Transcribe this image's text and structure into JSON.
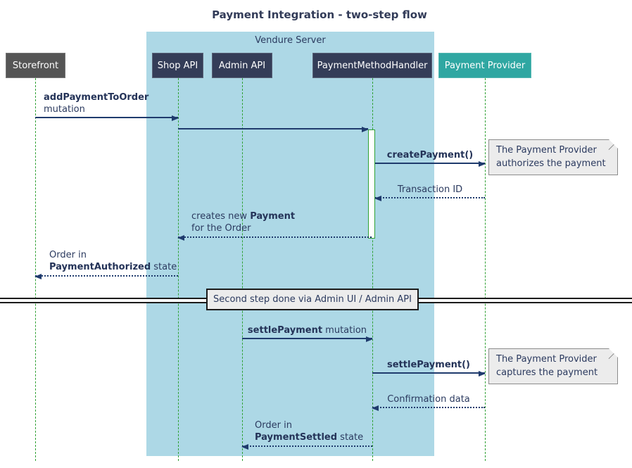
{
  "title": "Payment Integration - two-step flow",
  "frame": {
    "label": "Vendure Server"
  },
  "participants": [
    {
      "id": "storefront",
      "label": "Storefront"
    },
    {
      "id": "shop-api",
      "label": "Shop API"
    },
    {
      "id": "admin-api",
      "label": "Admin API"
    },
    {
      "id": "payment-method-handler",
      "label": "PaymentMethodHandler"
    },
    {
      "id": "payment-provider",
      "label": "Payment Provider"
    }
  ],
  "messages": {
    "add_payment": {
      "bold": "addPaymentToOrder",
      "line2": "mutation"
    },
    "create_payment": {
      "label": "createPayment()"
    },
    "transaction_id": {
      "label": "Transaction ID"
    },
    "creates_payment": {
      "pre": "creates new ",
      "bold": "Payment",
      "line2": "for the Order"
    },
    "order_authorized": {
      "line1": "Order in",
      "bold": "PaymentAuthorized",
      "rest": " state"
    },
    "settle_mutation": {
      "bold": "settlePayment",
      "rest": " mutation"
    },
    "settle_call": {
      "label": "settlePayment()"
    },
    "confirmation": {
      "label": "Confirmation data"
    },
    "order_settled": {
      "line1": "Order in",
      "bold": "PaymentSettled",
      "rest": " state"
    }
  },
  "divider": {
    "label": "Second step done via Admin UI / Admin API"
  },
  "notes": {
    "authorize": {
      "line1": "The Payment Provider",
      "bold": "authorizes",
      "rest": " the payment"
    },
    "capture": {
      "line1": "The Payment Provider",
      "bold": "captures",
      "rest": " the payment"
    }
  },
  "colors": {
    "frame_bg": "#add8e6",
    "participant_bg": "#343d58",
    "storefront_bg": "#555555",
    "provider_bg": "#2fa7a2",
    "lifeline": "#30a135",
    "arrow": "#1f3b6d",
    "text": "#2b3a5f",
    "note_bg": "#ececec",
    "note_border": "#8c8c8c",
    "divider_border": "#1b1b1b",
    "divider_bg": "#ececec"
  }
}
